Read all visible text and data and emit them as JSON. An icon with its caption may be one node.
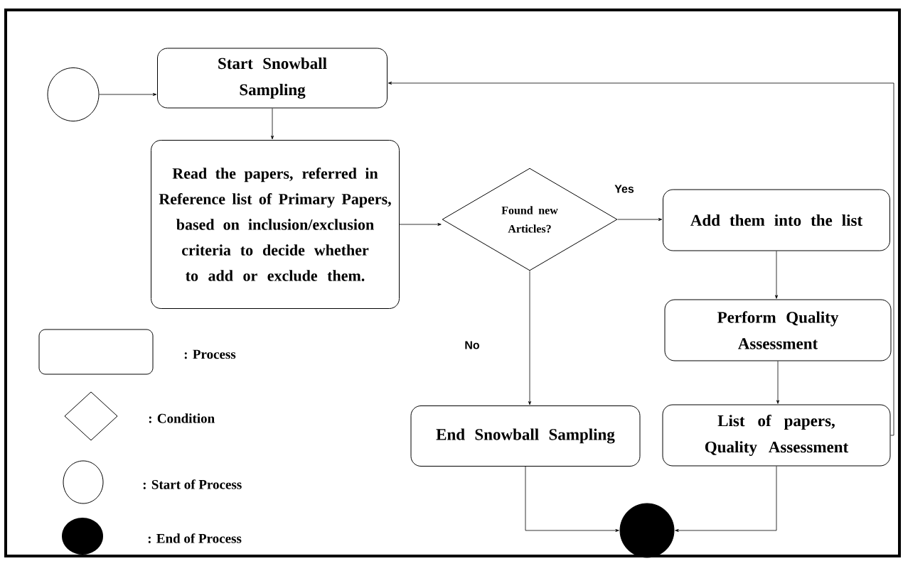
{
  "diagram": {
    "nodes": [
      {
        "text": [],
        "shape": "circle"
      },
      {
        "text": [
          "Start Snowball Sampling"
        ]
      },
      {
        "text": [
          "Read the papers, referred in Reference list of Primary Papers, based on inclusion/exclusion criteria to decide whether to add or exclude them."
        ]
      },
      {
        "text": [
          "Found new Articles?"
        ]
      },
      {
        "text": [
          "Add them into the list"
        ]
      },
      {
        "text": [
          "Perform Quality Assessment"
        ]
      },
      {
        "text": [
          "List of papers, Quality Assessment"
        ]
      },
      {
        "text": [
          "End Snowball Sampling"
        ]
      },
      {
        "text": [],
        "shape": "circle"
      }
    ],
    "edges": [
      {
        "from": 0,
        "to": 1,
        "arrow": "to"
      },
      {
        "from": 1,
        "to": 2,
        "arrow": "to"
      },
      {
        "from": 2,
        "to": 3,
        "arrow": "to"
      },
      {
        "from": 3,
        "to": 4,
        "arrow": "to",
        "label": "Yes"
      },
      {
        "from": 3,
        "to": 7,
        "arrow": "to",
        "label": "No"
      },
      {
        "from": 4,
        "to": 5,
        "arrow": "to"
      },
      {
        "from": 5,
        "to": 6,
        "arrow": "to"
      },
      {
        "from": 6,
        "to": 1,
        "arrow": "to"
      },
      {
        "from": 7,
        "to": 8,
        "arrow": "to"
      },
      {
        "from": 6,
        "to": 8,
        "arrow": "to"
      }
    ],
    "legend": [
      {
        "text": ": Process"
      },
      {
        "text": ": Condition"
      },
      {
        "text": ": Start of Process"
      },
      {
        "text": ": End of Process"
      }
    ]
  }
}
